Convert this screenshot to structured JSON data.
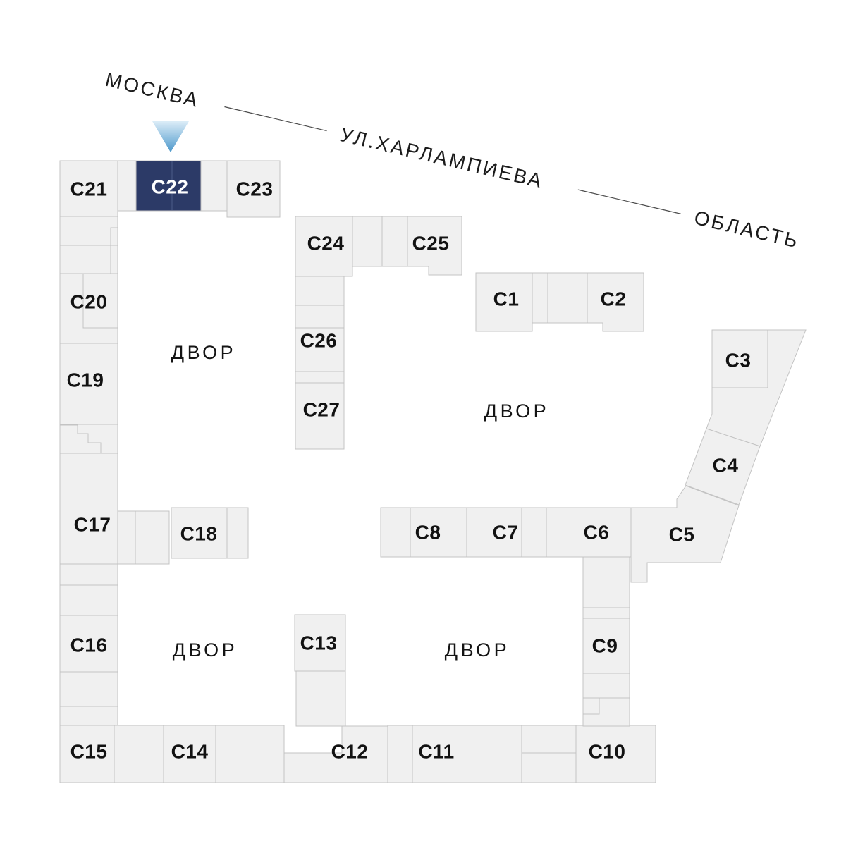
{
  "street": {
    "city_label": "МОСКВА",
    "street_name": "УЛ.ХАРЛАМПИЕВА",
    "region_label": "ОБЛАСТЬ"
  },
  "highlighted_block": "С22",
  "courtyards": [
    "ДВОР",
    "ДВОР",
    "ДВОР",
    "ДВОР"
  ],
  "blocks": [
    {
      "label": "С1"
    },
    {
      "label": "С2"
    },
    {
      "label": "С3"
    },
    {
      "label": "С4"
    },
    {
      "label": "С5"
    },
    {
      "label": "С6"
    },
    {
      "label": "С7"
    },
    {
      "label": "С8"
    },
    {
      "label": "С9"
    },
    {
      "label": "С10"
    },
    {
      "label": "С11"
    },
    {
      "label": "С12"
    },
    {
      "label": "С13"
    },
    {
      "label": "С14"
    },
    {
      "label": "С15"
    },
    {
      "label": "С16"
    },
    {
      "label": "С17"
    },
    {
      "label": "С18"
    },
    {
      "label": "С19"
    },
    {
      "label": "С20"
    },
    {
      "label": "С21"
    },
    {
      "label": "С22",
      "highlighted": true
    },
    {
      "label": "С23"
    },
    {
      "label": "С24"
    },
    {
      "label": "С25"
    },
    {
      "label": "С26"
    },
    {
      "label": "С27"
    }
  ],
  "colors": {
    "block_fill": "#f0f0f0",
    "block_stroke": "#c3c3c3",
    "highlight_fill": "#2c3a67",
    "highlight_text": "#ffffff",
    "marker_gradient_top": "#dcedf8",
    "marker_gradient_bottom": "#4c98cb"
  }
}
